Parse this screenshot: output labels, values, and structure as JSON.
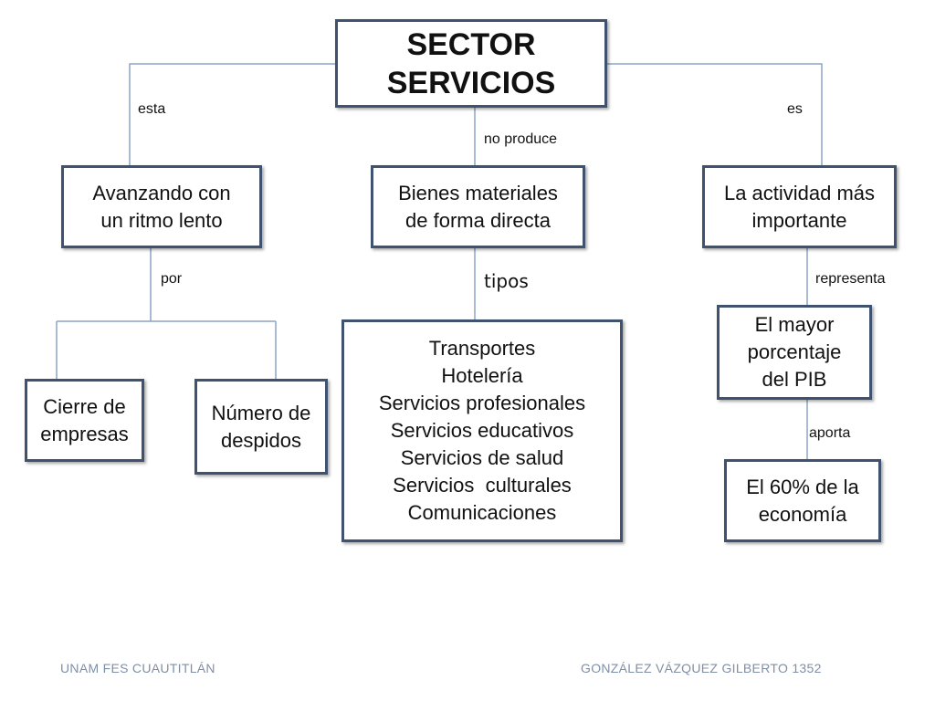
{
  "root": {
    "lines": [
      "SECTOR",
      "SERVICIOS"
    ]
  },
  "nodes": {
    "avanzando": {
      "lines": [
        "Avanzando con",
        "un ritmo lento"
      ]
    },
    "bienes": {
      "lines": [
        "Bienes materiales",
        "de forma directa"
      ]
    },
    "actividad": {
      "lines": [
        "La actividad más",
        "importante"
      ]
    },
    "cierre": {
      "lines": [
        "Cierre de",
        "empresas"
      ]
    },
    "despidos": {
      "lines": [
        "Número de",
        "despidos"
      ]
    },
    "tipos_list": {
      "items": [
        "Transportes",
        "Hotelería",
        "Servicios profesionales",
        "Servicios educativos",
        "Servicios de salud",
        "Servicios  culturales",
        "Comunicaciones"
      ]
    },
    "mayor": {
      "lines": [
        "El mayor",
        "porcentaje",
        "del PIB"
      ]
    },
    "sesenta": {
      "lines": [
        "El 60% de la",
        "economía"
      ]
    }
  },
  "links": {
    "esta": "esta",
    "no_produce": "no produce",
    "es": "es",
    "por": "por",
    "tipos": "tipos",
    "representa": "representa",
    "aporta": "aporta"
  },
  "footer": {
    "left": "UNAM FES CUAUTITLÁN",
    "right": "GONZÁLEZ VÁZQUEZ GILBERTO 1352"
  },
  "colors": {
    "border": "#3f5370",
    "connector": "#8ea4c8",
    "footer": "#7f8fa6"
  }
}
